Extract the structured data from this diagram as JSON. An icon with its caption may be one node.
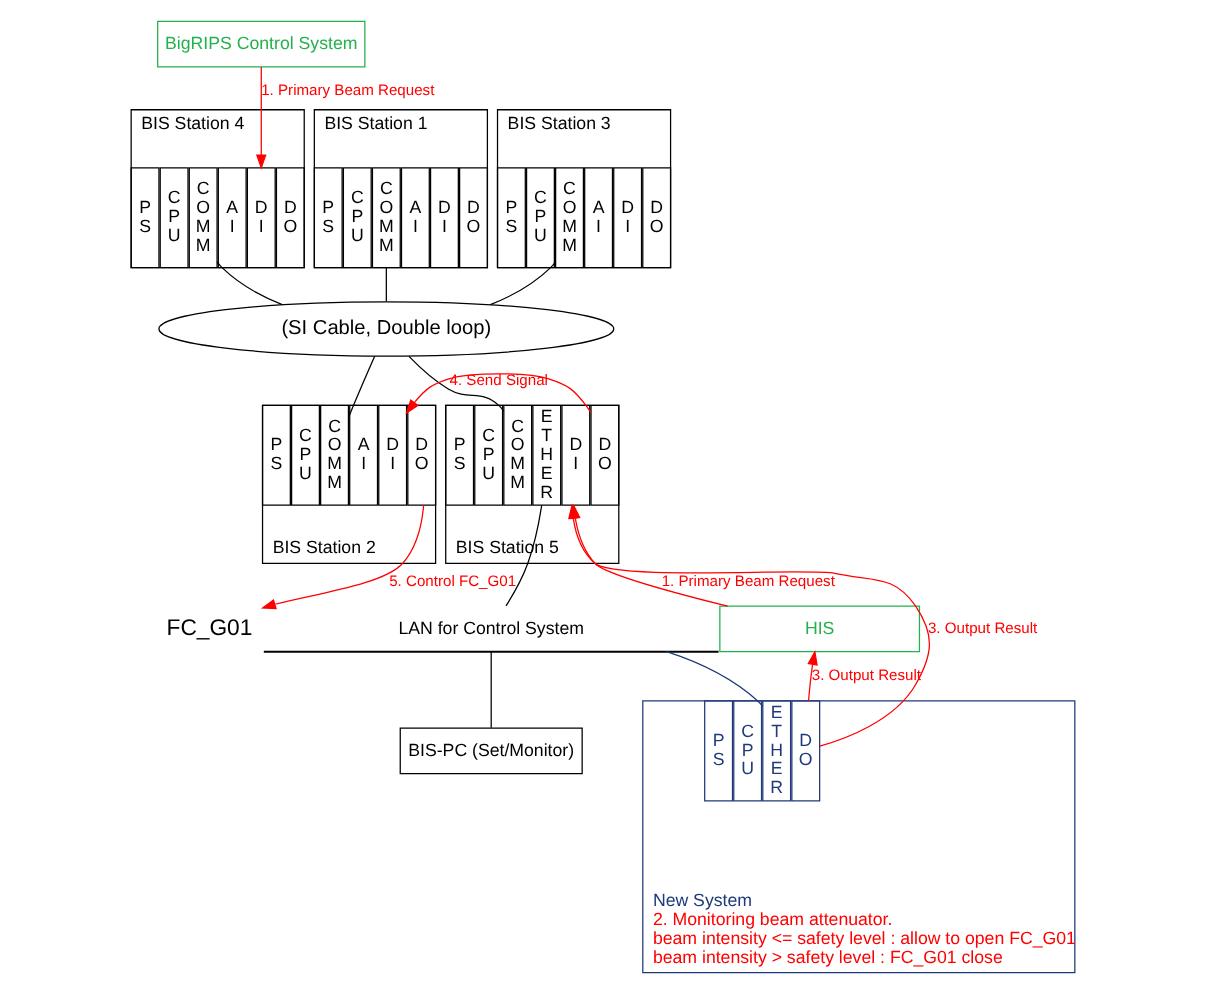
{
  "diagram": {
    "nodes": [
      {
        "text": [
          "BigRIPS Control System"
        ]
      },
      {
        "text": [
          "BIS Station 1"
        ]
      },
      {
        "text": [
          "P S"
        ],
        "in": 1
      },
      {
        "text": [
          "C P U"
        ],
        "in": 1
      },
      {
        "text": [
          "C O M M"
        ],
        "in": 1
      },
      {
        "text": [
          "A I"
        ],
        "in": 1
      },
      {
        "text": [
          "D I"
        ],
        "in": 1
      },
      {
        "text": [
          "D O"
        ],
        "in": 1
      },
      {
        "text": [
          "BIS Station 3"
        ]
      },
      {
        "text": [
          "P S"
        ],
        "in": 8
      },
      {
        "text": [
          "C P U"
        ],
        "in": 8
      },
      {
        "text": [
          "C O M M"
        ],
        "in": 8
      },
      {
        "text": [
          "A I"
        ],
        "in": 8
      },
      {
        "text": [
          "D I"
        ],
        "in": 8
      },
      {
        "text": [
          "D O"
        ],
        "in": 8
      },
      {
        "text": [
          "BIS Station 4"
        ]
      },
      {
        "text": [
          "P S"
        ],
        "in": 15
      },
      {
        "text": [
          "C P U"
        ],
        "in": 15
      },
      {
        "text": [
          "C O M M"
        ],
        "in": 15
      },
      {
        "text": [
          "A I"
        ],
        "in": 15
      },
      {
        "text": [
          "D I"
        ],
        "in": 15
      },
      {
        "text": [
          "D O"
        ],
        "in": 15
      },
      {
        "text": [
          "(SI Cable, Double loop)"
        ]
      },
      {
        "text": [
          "BIS Station 2"
        ]
      },
      {
        "text": [
          "P S"
        ],
        "in": 23
      },
      {
        "text": [
          "C P U"
        ],
        "in": 23
      },
      {
        "text": [
          "C O M M"
        ],
        "in": 23
      },
      {
        "text": [
          "A I"
        ],
        "in": 23
      },
      {
        "text": [
          "D I"
        ],
        "in": 23
      },
      {
        "text": [
          "D O"
        ],
        "in": 23
      },
      {
        "text": [
          "BIS Station 5"
        ]
      },
      {
        "text": [
          "P S"
        ],
        "in": 30
      },
      {
        "text": [
          "C P U"
        ],
        "in": 30
      },
      {
        "text": [
          "C O M M"
        ],
        "in": 30
      },
      {
        "text": [
          "E T H E R"
        ],
        "in": 30
      },
      {
        "text": [
          "D I"
        ],
        "in": 30
      },
      {
        "text": [
          "D O"
        ],
        "in": 30
      },
      {
        "text": [
          "HIS"
        ]
      },
      {
        "text": [
          "LAN for Control System"
        ]
      },
      {
        "text": [
          "BIS-PC (Set/Monitor)"
        ]
      },
      {
        "text": [
          "New System"
        ],
        "beside": [
          "2. Monitoring beam attenuator.",
          "beam intensity <= safety level : allow to open FC_G01",
          "beam intensity > safety level : FC_G01 close"
        ]
      },
      {
        "text": [
          "P S"
        ],
        "in": 40
      },
      {
        "text": [
          "C P U"
        ],
        "in": 40
      },
      {
        "text": [
          "E T H E R"
        ],
        "in": 40
      },
      {
        "text": [
          "D O"
        ],
        "in": 40
      },
      {
        "text": [
          "FC_G01"
        ]
      }
    ],
    "edges": [
      {
        "from": 0,
        "to": 20,
        "arrow": "to",
        "label": "1. Primary Beam Request",
        "color": "#ff0000"
      },
      {
        "from": 4,
        "to": 22,
        "arrow": "none"
      },
      {
        "from": 11,
        "to": 22,
        "arrow": "none"
      },
      {
        "from": 18,
        "to": 22,
        "arrow": "none"
      },
      {
        "from": 22,
        "to": 26,
        "arrow": "none"
      },
      {
        "from": 22,
        "to": 33,
        "arrow": "none"
      },
      {
        "from": 36,
        "to": 28,
        "arrow": "to",
        "label": "4. Send Signal",
        "color": "#ff0000"
      },
      {
        "from": 37,
        "to": 35,
        "arrow": "to",
        "label": "1. Primary Beam Request",
        "color": "#ff0000"
      },
      {
        "from": 34,
        "to": 38,
        "arrow": "none"
      },
      {
        "from": 38,
        "to": 39,
        "arrow": "none"
      },
      {
        "from": 38,
        "to": 43,
        "arrow": "none",
        "color": "#1f3a7a"
      },
      {
        "from": 44,
        "to": 35,
        "arrow": "to",
        "label": "3. Output Result",
        "color": "#ff0000"
      },
      {
        "from": 44,
        "to": 37,
        "arrow": "to",
        "label": "3. Output Result",
        "color": "#ff0000"
      },
      {
        "from": 29,
        "to": 45,
        "arrow": "to",
        "label": "5. Control FC_G01",
        "color": "#ff0000"
      }
    ]
  }
}
